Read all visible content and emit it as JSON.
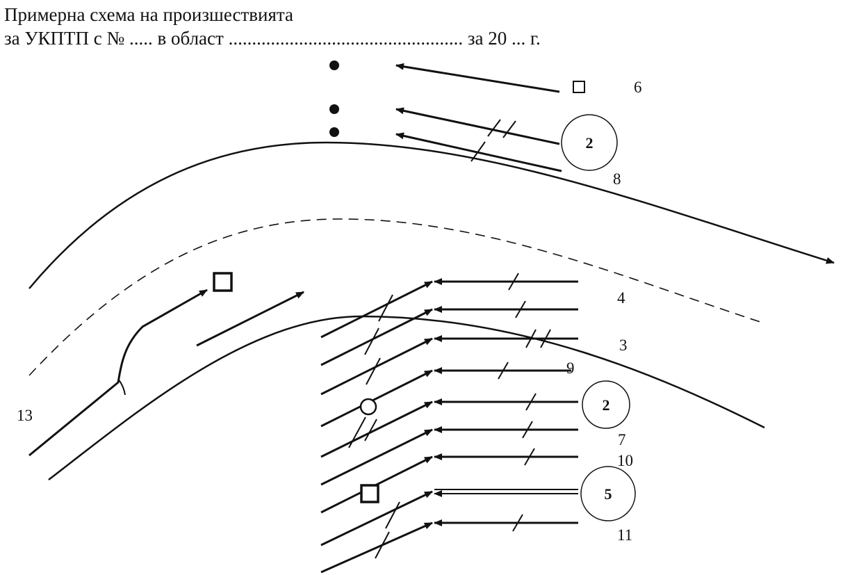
{
  "title": {
    "line1": "Примерна схема на произшествията",
    "line2": "за УКПТП с № ..... в област .................................................. за 20 ... г."
  },
  "labels": {
    "n6": "6",
    "n8": "8",
    "n4": "4",
    "n3": "3",
    "n9": "9",
    "n7": "7",
    "n10": "10",
    "n11": "11",
    "n13": "13"
  },
  "circles": {
    "top": "2",
    "middle": "2",
    "bottom": "5"
  },
  "colors": {
    "ink": "#111111",
    "background": "#ffffff"
  }
}
